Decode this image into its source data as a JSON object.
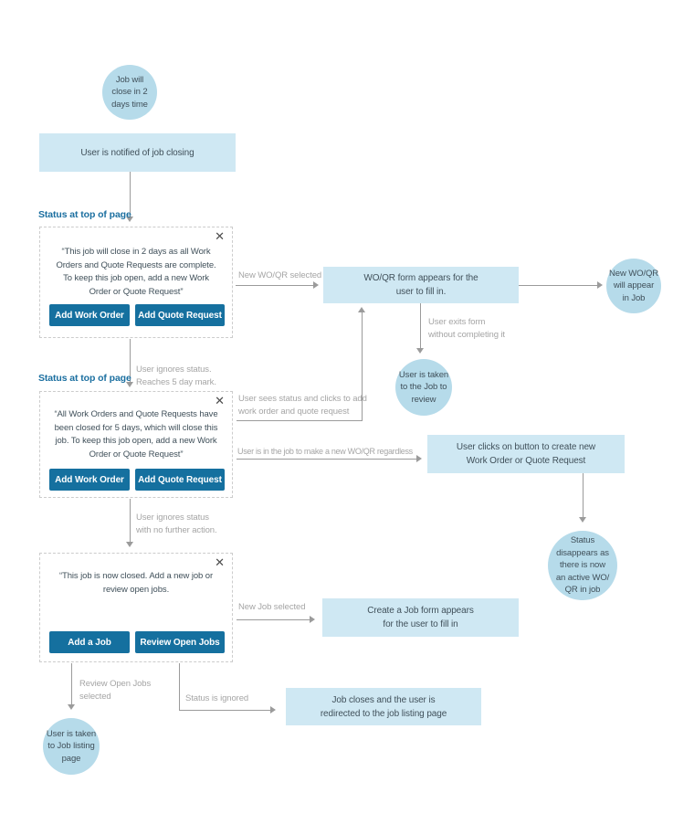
{
  "colors": {
    "rect_fill": "#cfe8f3",
    "circle_fill": "#b6dbea",
    "button_fill": "#15709f",
    "button_text": "#ffffff",
    "status_label_text": "#1b6fa0",
    "node_text": "#40505a",
    "edge_label_text": "#a5a5a5",
    "line": "#9b9b9b",
    "dashed_border": "#cccccc",
    "close_icon": "#4d4d4d"
  },
  "nodes": {
    "start_circle": [
      "Job will",
      "close in 2",
      "days time"
    ],
    "notified_box": "User is notified of job closing",
    "woqr_form_box": [
      "WO/QR form appears for the",
      "user to fill in."
    ],
    "new_woqr_circle": [
      "New WO/QR",
      "will appear",
      "in Job"
    ],
    "review_circle": [
      "User is taken",
      "to the Job to",
      "review"
    ],
    "clicks_box": [
      "User clicks on button to create new",
      "Work Order or Quote Request"
    ],
    "disappears_circle": [
      "Status",
      "disappears as",
      "there is now",
      "an active WO/",
      "QR in job"
    ],
    "create_job_box": [
      "Create a Job form appears",
      "for the user to fill in"
    ],
    "closes_box": [
      "Job closes and the user is",
      "redirected to the job listing page"
    ],
    "listing_circle": [
      "User is taken",
      "to Job listing",
      "page"
    ]
  },
  "panels": {
    "label": "Status at top of page",
    "close_glyph": "✕",
    "panel1": {
      "message": [
        "“This job will close in 2 days as all Work",
        "Orders and Quote Requests are complete.",
        "To keep this job open, add a new Work",
        "Order or Quote Request”"
      ],
      "button_left": "Add Work Order",
      "button_right": "Add Quote Request"
    },
    "panel2": {
      "message": [
        "“All Work Orders and Quote Requests have",
        "been closed for 5 days, which will close this",
        "job. To keep this job open, add a new Work",
        "Order or Quote Request”"
      ],
      "button_left": "Add Work Order",
      "button_right": "Add Quote Request"
    },
    "panel3": {
      "message": [
        "“This job is now closed. Add a new job or",
        "review open jobs."
      ],
      "button_left": "Add a Job",
      "button_right": "Review Open Jobs"
    }
  },
  "edges": {
    "new_woqr_selected": "New WO/QR selected",
    "user_exits": [
      "User exits form",
      "without completing it"
    ],
    "sees_status": [
      "User sees status and clicks to add",
      "work order and quote request"
    ],
    "ignores_5day": [
      "User ignores status.",
      "Reaches 5 day mark."
    ],
    "in_job_regardless": "User is in the job to make a new WO/QR regardless",
    "ignores_no_action": [
      "User ignores status",
      "with no further action."
    ],
    "new_job_selected": "New Job selected",
    "review_selected": [
      "Review Open Jobs",
      "selected"
    ],
    "status_ignored": "Status is ignored"
  }
}
